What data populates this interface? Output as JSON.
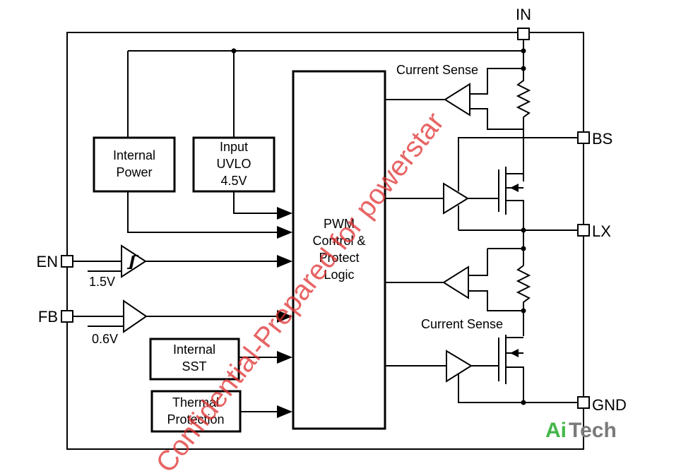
{
  "pins": {
    "in": "IN",
    "bs": "BS",
    "lx": "LX",
    "gnd": "GND",
    "en": "EN",
    "fb": "FB"
  },
  "blocks": {
    "internal_power": [
      "Internal",
      "Power"
    ],
    "input_uvlo": [
      "Input",
      "UVLO",
      "4.5V"
    ],
    "pwm_logic": [
      "PWM",
      "Control &",
      "Protect",
      "Logic"
    ],
    "internal_sst": [
      "Internal",
      "SST"
    ],
    "thermal_protection": [
      "Thermal",
      "Protection"
    ]
  },
  "labels": {
    "current_sense_top": "Current Sense",
    "current_sense_bottom": "Current Sense",
    "en_threshold": "1.5V",
    "fb_reference": "0.6V"
  },
  "watermark": "Confidential-Prepared for powerstar",
  "brand": {
    "part1": "Ai",
    "part2": "Tech"
  },
  "colors": {
    "watermark": "#e03030",
    "brand_green": "#43b649",
    "brand_gray": "#7a7a7a"
  }
}
